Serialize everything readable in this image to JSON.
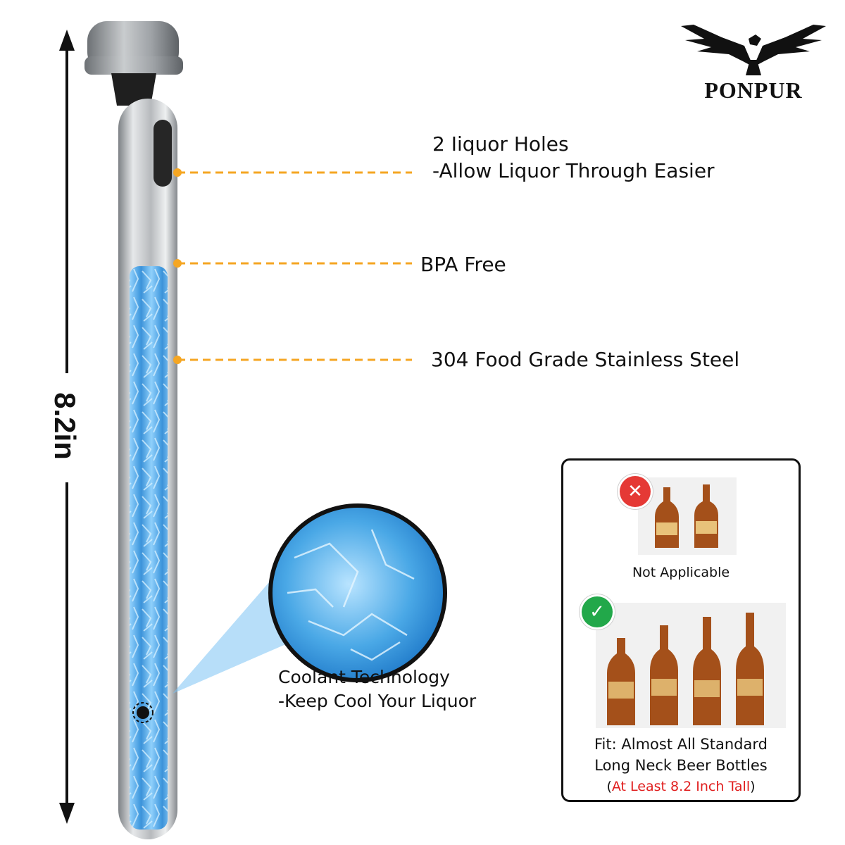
{
  "dimension": {
    "label": "8.2in"
  },
  "brand": {
    "name": "PONPUR",
    "logo_icon": "eagle-logo-icon"
  },
  "features": [
    {
      "line1": "2 Iiquor Holes",
      "line2": "-Allow Liquor Through Easier"
    },
    {
      "line1": "BPA Free"
    },
    {
      "line1": "304 Food Grade Stainless Steel"
    },
    {
      "line1": "Coolant Technology",
      "line2": "-Keep Cool Your Liquor"
    }
  ],
  "comparison": {
    "not_applicable": {
      "label": "Not Applicable",
      "icon": "x-icon"
    },
    "fit": {
      "line1": "Fit: Almost All Standard",
      "line2": "Long Neck Beer Bottles",
      "paren_open": "(",
      "note": "At Least 8.2 Inch Tall",
      "paren_close": ")",
      "icon": "check-icon"
    }
  },
  "colors": {
    "leader_line": "#f5a623",
    "ice_blue": "#4aa8e6",
    "steel": "#b9bcc0",
    "not_applicable_badge": "#e53935",
    "fit_badge": "#22a84a",
    "note_red": "#e01d1d",
    "bottle_amber": "#a4501a"
  }
}
